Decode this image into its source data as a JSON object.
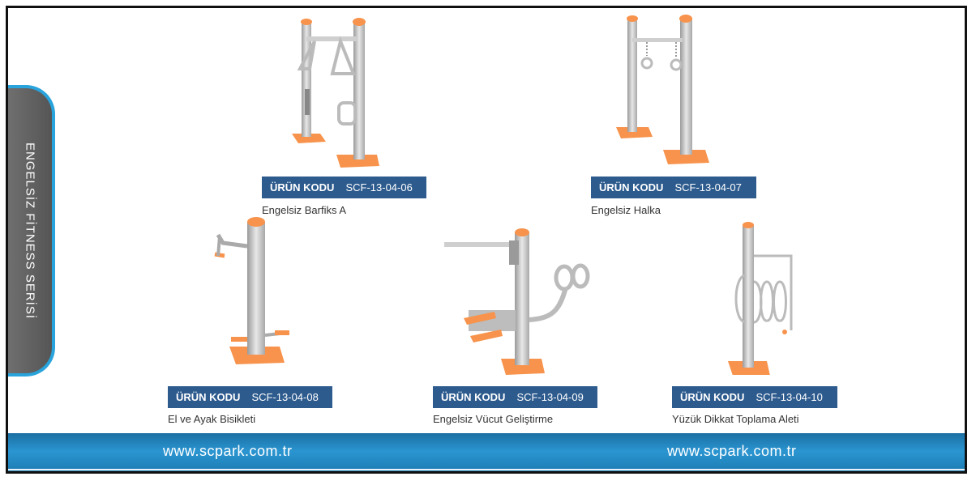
{
  "sidebar": {
    "title": "ENGELSİZ FİTNESS SERİSİ"
  },
  "code_label": "ÜRÜN KODU",
  "products": [
    {
      "code": "SCF-13-04-06",
      "name": "Engelsiz Barfiks A"
    },
    {
      "code": "SCF-13-04-07",
      "name": "Engelsiz Halka"
    },
    {
      "code": "SCF-13-04-08",
      "name": "El ve Ayak Bisikleti"
    },
    {
      "code": "SCF-13-04-09",
      "name": "Engelsiz Vücut Geliştirme"
    },
    {
      "code": "SCF-13-04-10",
      "name": "Yüzük Dikkat Toplama Aleti"
    }
  ],
  "footer": {
    "url_left": "www.scpark.com.tr",
    "url_right": "www.scpark.com.tr"
  },
  "colors": {
    "code_bar": "#2d5b8e",
    "accent_blue": "#29a3dc",
    "orange": "#f7934c",
    "pole_grey": "#c9c9c9"
  }
}
